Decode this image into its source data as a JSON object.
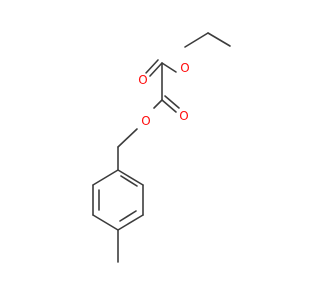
{
  "molecule": {
    "bond_color": "#3c3c3c",
    "oxygen_color": "#ff0d0d",
    "atoms": [
      {
        "id": "O_carbonyl_1",
        "symbol": "O"
      },
      {
        "id": "O_ester_ethyl",
        "symbol": "O"
      },
      {
        "id": "O_ester_phenethyl",
        "symbol": "O"
      },
      {
        "id": "O_carbonyl_2",
        "symbol": "O"
      }
    ]
  }
}
